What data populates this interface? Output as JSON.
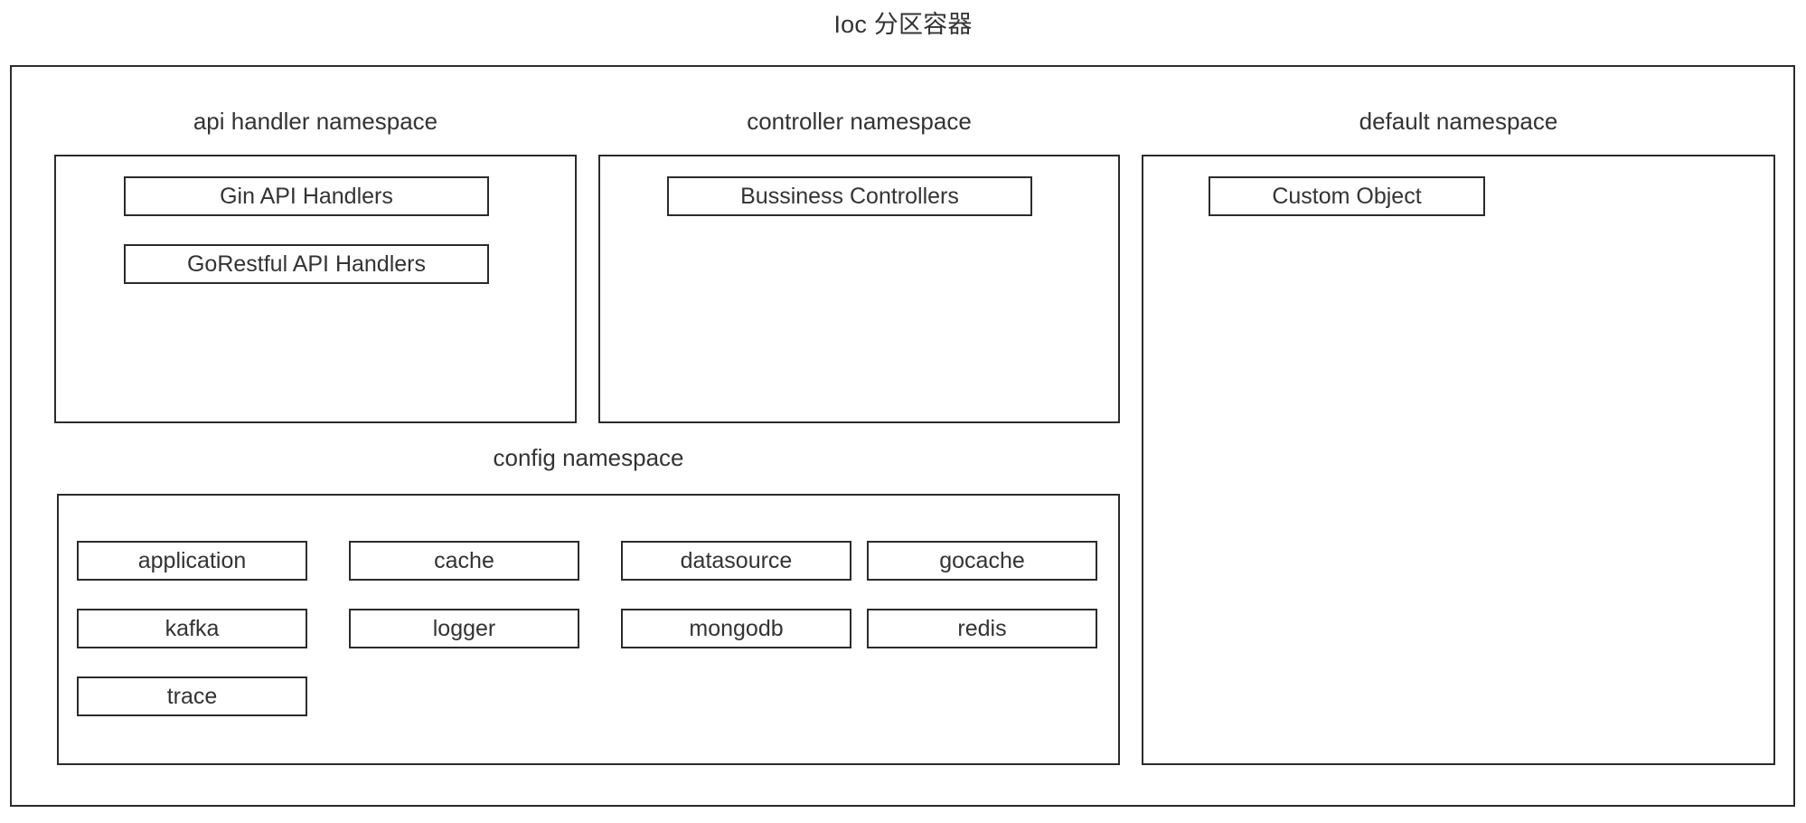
{
  "diagram": {
    "title": "Ioc 分区容器",
    "type": "container-block-diagram",
    "colors": {
      "stroke": "#2b2b2b",
      "text": "#333333",
      "background": "#ffffff"
    },
    "namespaces": [
      {
        "key": "api_handler",
        "heading": "api handler namespace",
        "items": [
          {
            "label": "Gin API Handlers"
          },
          {
            "label": "GoRestful API Handlers"
          }
        ]
      },
      {
        "key": "controller",
        "heading": "controller namespace",
        "items": [
          {
            "label": "Bussiness Controllers"
          }
        ]
      },
      {
        "key": "default",
        "heading": "default namespace",
        "items": [
          {
            "label": "Custom Object"
          }
        ]
      },
      {
        "key": "config",
        "heading": "config namespace",
        "items": [
          {
            "label": "application"
          },
          {
            "label": "cache"
          },
          {
            "label": "datasource"
          },
          {
            "label": "gocache"
          },
          {
            "label": "kafka"
          },
          {
            "label": "logger"
          },
          {
            "label": "mongodb"
          },
          {
            "label": "redis"
          },
          {
            "label": "trace"
          }
        ]
      }
    ]
  }
}
